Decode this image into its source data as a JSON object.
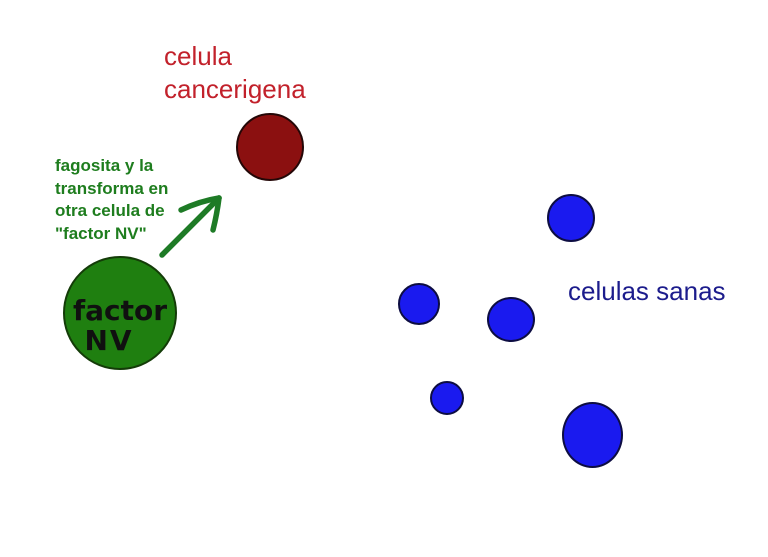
{
  "colors": {
    "background": "#ffffff",
    "cancer_text": "#c2212b",
    "cancer_cell_fill": "#8b1010",
    "annotation_text": "#1e7d1e",
    "arrow": "#1e7b26",
    "factor_cell_fill": "#1f7f10",
    "factor_text": "#101010",
    "healthy_cell_fill": "#1a1aef",
    "healthy_text": "#1c1c8c"
  },
  "labels": {
    "cancer_cell": {
      "line1": "celula",
      "line2": "cancerigena"
    },
    "annotation": {
      "line1": "fagosita y la",
      "line2": "transforma en",
      "line3": "otra celula de",
      "line4": "\"factor NV\""
    },
    "factor_cell": {
      "line1": "factor",
      "line2": "NV"
    },
    "healthy_cells": "celulas sanas"
  }
}
